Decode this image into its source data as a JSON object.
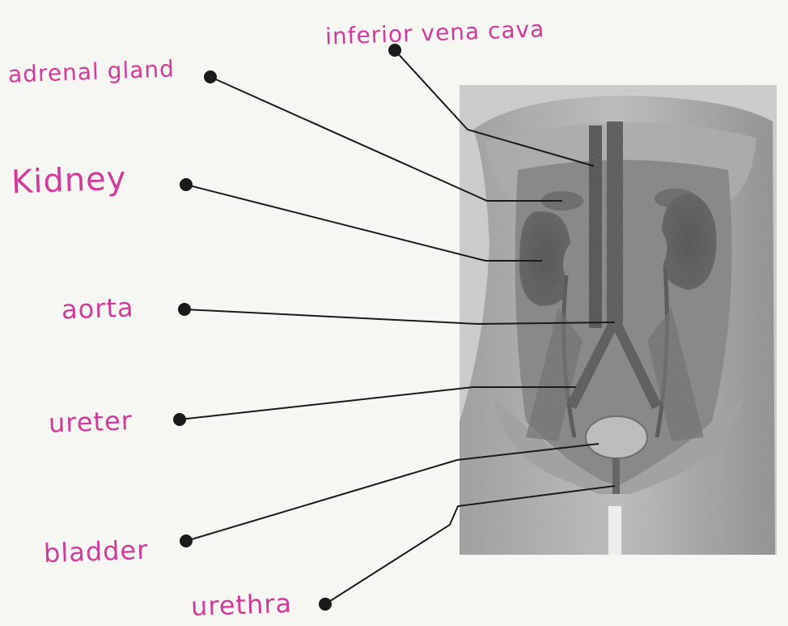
{
  "labels": {
    "inferior_vena_cava": "inferior vena cava",
    "adrenal_gland": "adrenal gland",
    "kidney": "Kidney",
    "aorta": "aorta",
    "ureter": "ureter",
    "bladder": "bladder",
    "urethra": "urethra"
  },
  "colors": {
    "label_ink": "#d23a9c",
    "leader_line": "#1a1a1a",
    "paper": "#f6f6f3"
  }
}
